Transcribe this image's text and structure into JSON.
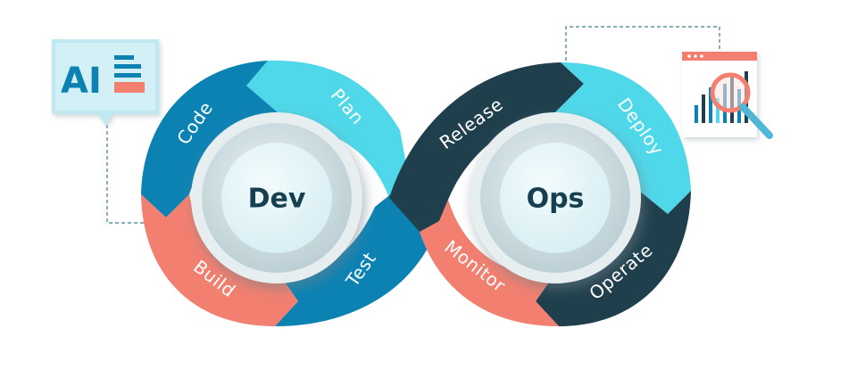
{
  "hubs": {
    "dev": "Dev",
    "ops": "Ops"
  },
  "stages": {
    "code": "Code",
    "plan": "Plan",
    "build": "Build",
    "test": "Test",
    "release": "Release",
    "deploy": "Deploy",
    "monitor": "Monitor",
    "operate": "Operate"
  },
  "ai_badge": {
    "text": "AI"
  },
  "colors": {
    "dark_teal": "#1f3f4d",
    "blue": "#0c82b3",
    "cyan": "#4fd8e9",
    "coral": "#f27f70",
    "hub_text": "#16404f"
  },
  "icons": {
    "ai_document": "ai-document-icon",
    "analytics": "magnifier-chart-icon"
  }
}
